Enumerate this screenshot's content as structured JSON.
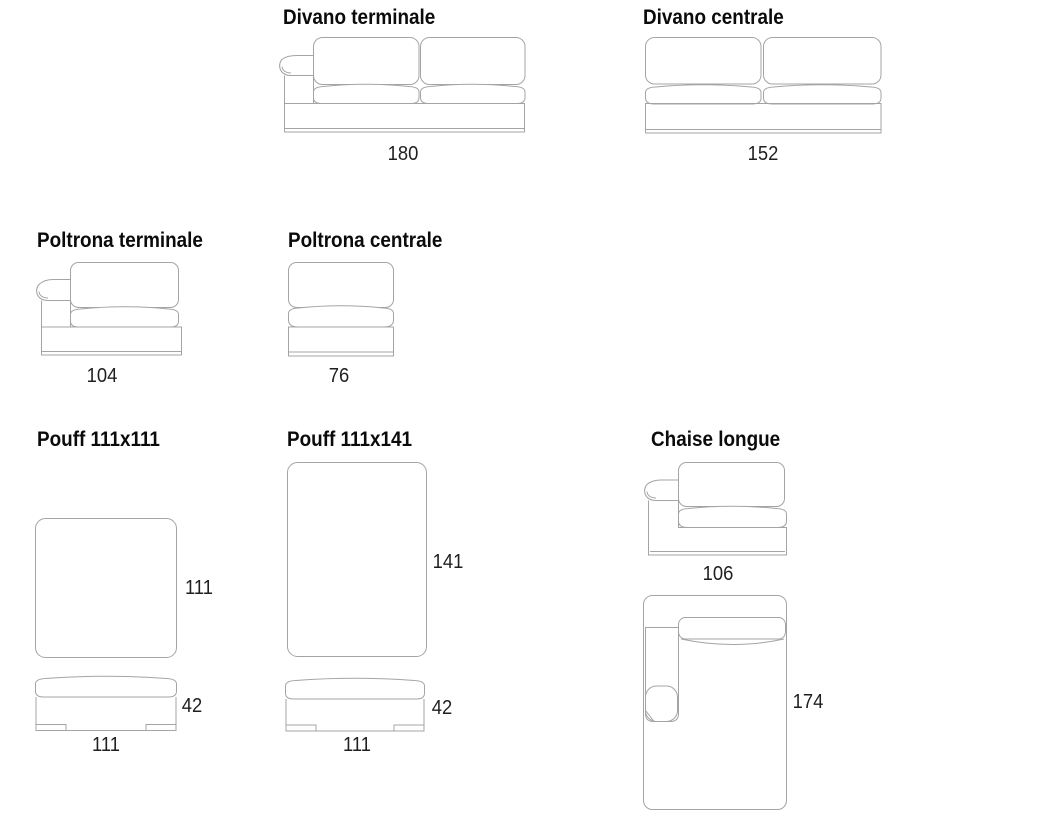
{
  "sheet": {
    "background": "#ffffff",
    "line_color": "#a4a4a4",
    "title_color": "#0b0b0b",
    "number_color": "#1f1f1f"
  },
  "sections": {
    "divano_terminale": {
      "title": "Divano terminale",
      "width_label": "180"
    },
    "divano_centrale": {
      "title": "Divano centrale",
      "width_label": "152"
    },
    "poltrona_terminale": {
      "title": "Poltrona terminale",
      "width_label": "104"
    },
    "poltrona_centrale": {
      "title": "Poltrona centrale",
      "width_label": "76"
    },
    "pouff_111x111": {
      "title": "Pouff 111x111",
      "depth_label": "111",
      "height_label": "42",
      "width_label": "111"
    },
    "pouff_111x141": {
      "title": "Pouff 111x141",
      "depth_label": "141",
      "height_label": "42",
      "width_label": "111"
    },
    "chaise_longue": {
      "title": "Chaise longue",
      "front_width_label": "106",
      "depth_label": "174"
    }
  }
}
